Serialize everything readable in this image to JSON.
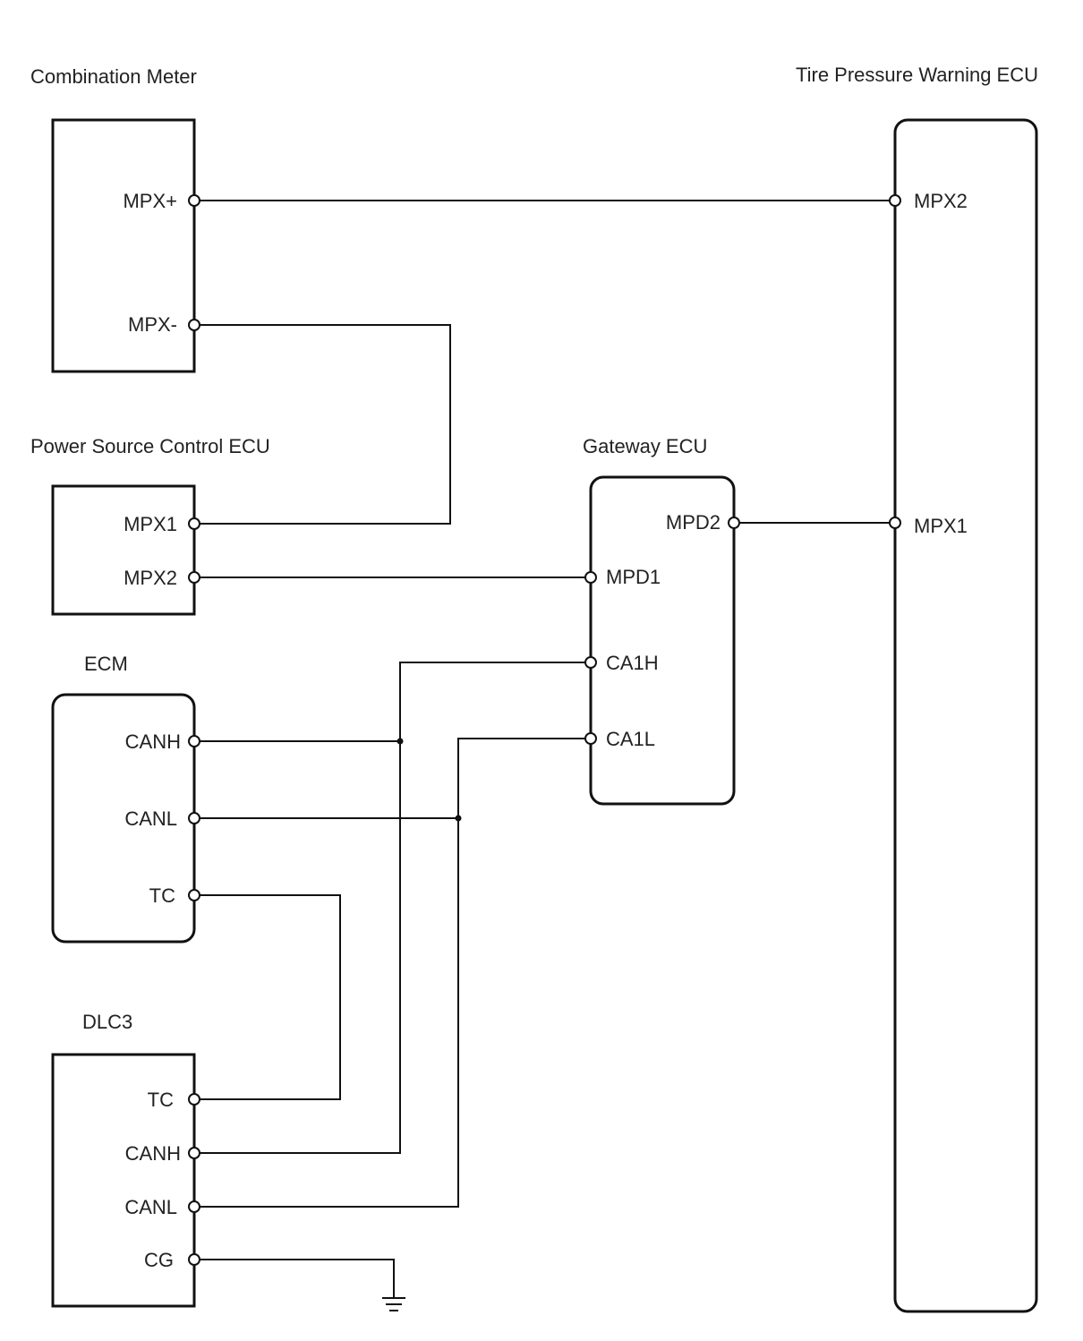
{
  "components": {
    "combination_meter": {
      "title": "Combination Meter",
      "pins": {
        "mpx_plus": "MPX+",
        "mpx_minus": "MPX-"
      }
    },
    "tire_pressure_ecu": {
      "title": "Tire Pressure Warning ECU",
      "pins": {
        "mpx2": "MPX2",
        "mpx1": "MPX1"
      }
    },
    "power_source_ecu": {
      "title": "Power Source Control ECU",
      "pins": {
        "mpx1": "MPX1",
        "mpx2": "MPX2"
      }
    },
    "gateway_ecu": {
      "title": "Gateway ECU",
      "pins": {
        "mpd2": "MPD2",
        "mpd1": "MPD1",
        "ca1h": "CA1H",
        "ca1l": "CA1L"
      }
    },
    "ecm": {
      "title": "ECM",
      "pins": {
        "canh": "CANH",
        "canl": "CANL",
        "tc": "TC"
      }
    },
    "dlc3": {
      "title": "DLC3",
      "pins": {
        "tc": "TC",
        "canh": "CANH",
        "canl": "CANL",
        "cg": "CG"
      }
    }
  }
}
